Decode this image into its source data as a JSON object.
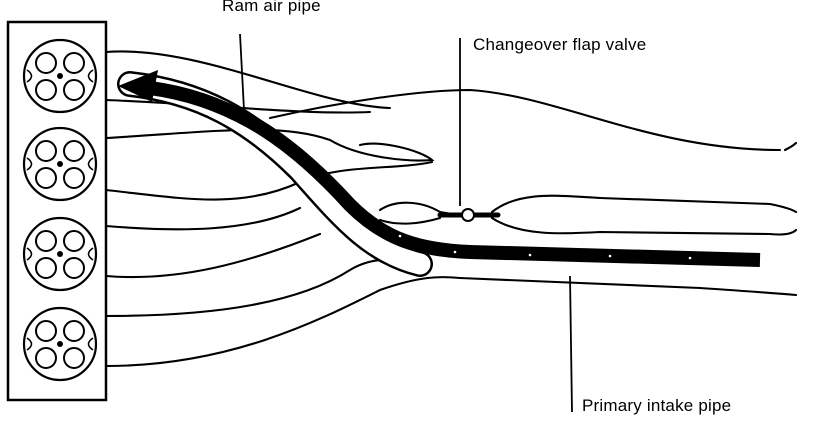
{
  "labels": {
    "ram_air_pipe": "Ram air pipe",
    "changeover_flap_valve": "Changeover flap valve",
    "primary_intake_pipe": "Primary intake pipe"
  },
  "colors": {
    "ink": "#000000",
    "paper": "#ffffff"
  },
  "icons": {
    "cylinder": "cylinder-valve-icon",
    "flow_arrow": "airflow-arrow-icon"
  }
}
